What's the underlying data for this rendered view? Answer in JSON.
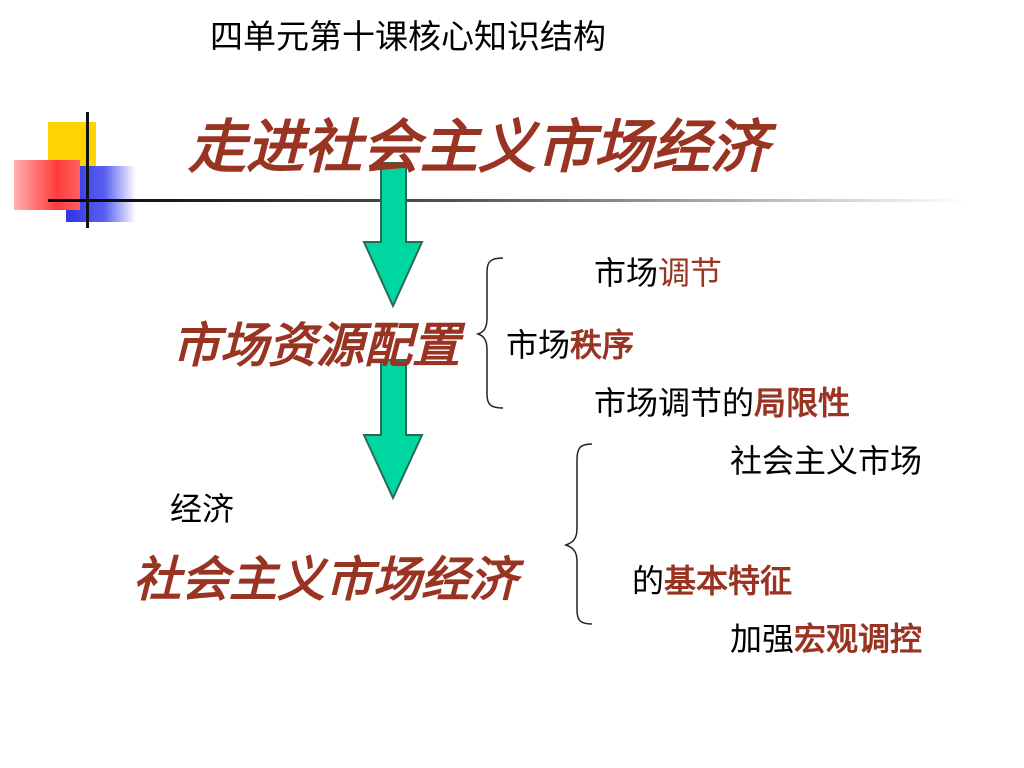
{
  "slide": {
    "header": "四单元第十课核心知识结构",
    "main_title": "走进社会主义市场经济",
    "node_resource_allocation": "市场资源配置",
    "node_economy_prefix": "经济",
    "node_socialist_market_economy": "社会主义市场经济",
    "branch1": [
      {
        "plain": "市场",
        "highlight": "调节"
      },
      {
        "plain": "市场",
        "highlight": "秩序"
      },
      {
        "plain": "市场调节的",
        "highlight": "局限性"
      }
    ],
    "branch2": {
      "line1": "社会主义市场",
      "line2_plain": "的",
      "line2_highlight": "基本特征",
      "line3_plain": "加强",
      "line3_highlight": "宏观调控"
    }
  },
  "colors": {
    "title_red": "#993322",
    "arrow_green": "#00d7a0",
    "deco_yellow": "#ffd400",
    "deco_blue": "#2f35e0",
    "deco_red": "#ff3b3b"
  }
}
